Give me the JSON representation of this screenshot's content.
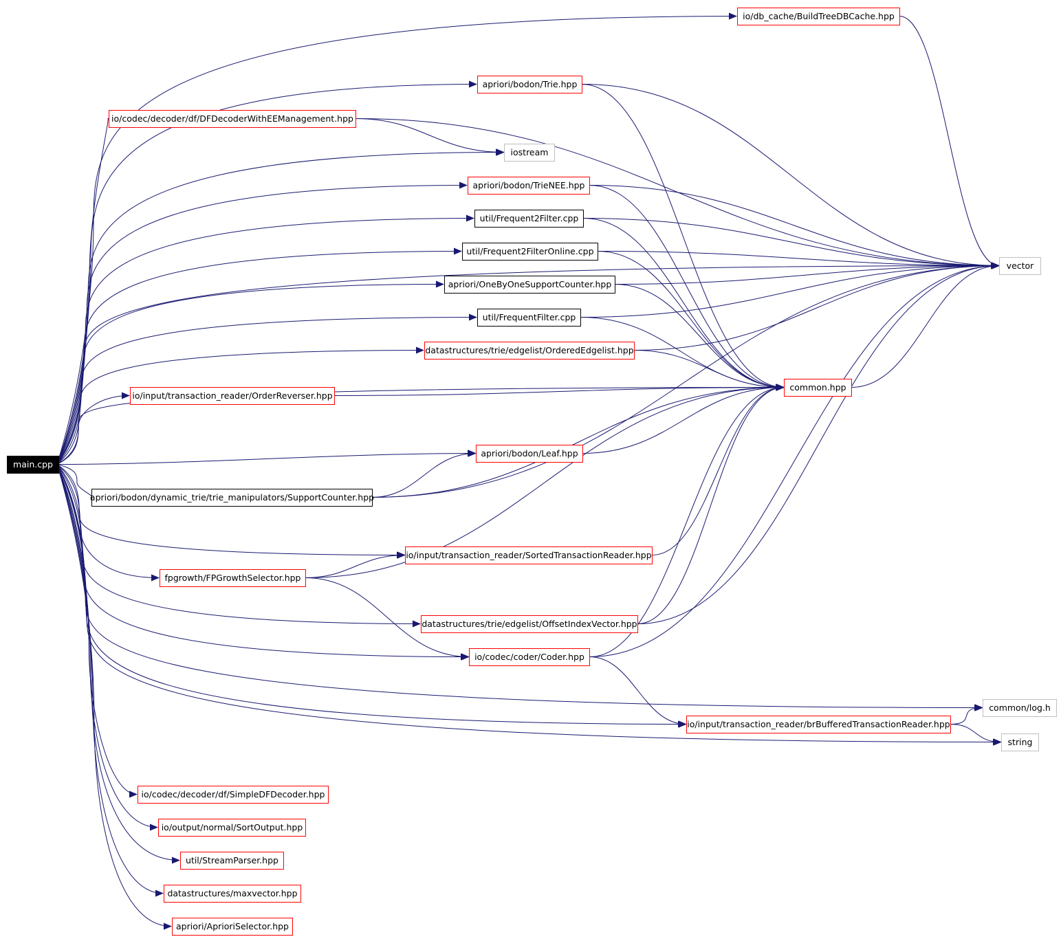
{
  "colors": {
    "edge": "#191970",
    "root_fill": "#000000",
    "root_text": "#ffffff",
    "documented": "#ff0000",
    "plain": "#000000",
    "external": "#bfbfbf"
  },
  "nodes": [
    {
      "id": "main",
      "label": "main.cpp",
      "kind": "root"
    },
    {
      "id": "bdb",
      "label": "io/db_cache/BuildTreeDBCache.hpp",
      "kind": "documented"
    },
    {
      "id": "trie",
      "label": "apriori/bodon/Trie.hpp",
      "kind": "documented"
    },
    {
      "id": "dfdec",
      "label": "io/codec/decoder/df/DFDecoderWithEEManagement.hpp",
      "kind": "documented"
    },
    {
      "id": "iostream",
      "label": "iostream",
      "kind": "external"
    },
    {
      "id": "trienee",
      "label": "apriori/bodon/TrieNEE.hpp",
      "kind": "documented"
    },
    {
      "id": "f2f",
      "label": "util/Frequent2Filter.cpp",
      "kind": "plain"
    },
    {
      "id": "f2fo",
      "label": "util/Frequent2FilterOnline.cpp",
      "kind": "plain"
    },
    {
      "id": "obo",
      "label": "apriori/OneByOneSupportCounter.hpp",
      "kind": "plain"
    },
    {
      "id": "ff",
      "label": "util/FrequentFilter.cpp",
      "kind": "plain"
    },
    {
      "id": "oel",
      "label": "datastructures/trie/edgelist/OrderedEdgelist.hpp",
      "kind": "documented"
    },
    {
      "id": "orev",
      "label": "io/input/transaction_reader/OrderReverser.hpp",
      "kind": "documented"
    },
    {
      "id": "leaf",
      "label": "apriori/bodon/Leaf.hpp",
      "kind": "documented"
    },
    {
      "id": "sc",
      "label": "apriori/bodon/dynamic_trie/trie_manipulators/SupportCounter.hpp",
      "kind": "plain"
    },
    {
      "id": "str",
      "label": "io/input/transaction_reader/SortedTransactionReader.hpp",
      "kind": "documented"
    },
    {
      "id": "fpg",
      "label": "fpgrowth/FPGrowthSelector.hpp",
      "kind": "documented"
    },
    {
      "id": "oiv",
      "label": "datastructures/trie/edgelist/OffsetIndexVector.hpp",
      "kind": "documented"
    },
    {
      "id": "coder",
      "label": "io/codec/coder/Coder.hpp",
      "kind": "documented"
    },
    {
      "id": "brb",
      "label": "io/input/transaction_reader/brBufferedTransactionReader.hpp",
      "kind": "documented"
    },
    {
      "id": "sdf",
      "label": "io/codec/decoder/df/SimpleDFDecoder.hpp",
      "kind": "documented"
    },
    {
      "id": "sorto",
      "label": "io/output/normal/SortOutput.hpp",
      "kind": "documented"
    },
    {
      "id": "sp",
      "label": "util/StreamParser.hpp",
      "kind": "documented"
    },
    {
      "id": "mv",
      "label": "datastructures/maxvector.hpp",
      "kind": "documented"
    },
    {
      "id": "aps",
      "label": "apriori/AprioriSelector.hpp",
      "kind": "documented"
    },
    {
      "id": "common",
      "label": "common.hpp",
      "kind": "documented"
    },
    {
      "id": "vector",
      "label": "vector",
      "kind": "external"
    },
    {
      "id": "log",
      "label": "common/log.h",
      "kind": "external"
    },
    {
      "id": "string",
      "label": "string",
      "kind": "external"
    }
  ],
  "edges": [
    [
      "main",
      "bdb"
    ],
    [
      "main",
      "vector"
    ],
    [
      "main",
      "trie"
    ],
    [
      "main",
      "dfdec"
    ],
    [
      "main",
      "iostream"
    ],
    [
      "main",
      "trienee"
    ],
    [
      "main",
      "f2f"
    ],
    [
      "main",
      "f2fo"
    ],
    [
      "main",
      "obo"
    ],
    [
      "main",
      "ff"
    ],
    [
      "main",
      "oel"
    ],
    [
      "main",
      "orev"
    ],
    [
      "main",
      "common"
    ],
    [
      "main",
      "leaf"
    ],
    [
      "main",
      "sc"
    ],
    [
      "main",
      "str"
    ],
    [
      "main",
      "fpg"
    ],
    [
      "main",
      "oiv"
    ],
    [
      "main",
      "coder"
    ],
    [
      "main",
      "log"
    ],
    [
      "main",
      "brb"
    ],
    [
      "main",
      "string"
    ],
    [
      "main",
      "sdf"
    ],
    [
      "main",
      "sorto"
    ],
    [
      "main",
      "sp"
    ],
    [
      "main",
      "mv"
    ],
    [
      "main",
      "aps"
    ],
    [
      "bdb",
      "vector"
    ],
    [
      "trie",
      "vector"
    ],
    [
      "trie",
      "common"
    ],
    [
      "dfdec",
      "vector"
    ],
    [
      "dfdec",
      "iostream"
    ],
    [
      "trienee",
      "vector"
    ],
    [
      "trienee",
      "common"
    ],
    [
      "f2f",
      "vector"
    ],
    [
      "f2f",
      "common"
    ],
    [
      "f2fo",
      "vector"
    ],
    [
      "f2fo",
      "common"
    ],
    [
      "obo",
      "vector"
    ],
    [
      "obo",
      "common"
    ],
    [
      "ff",
      "vector"
    ],
    [
      "ff",
      "common"
    ],
    [
      "oel",
      "vector"
    ],
    [
      "oel",
      "common"
    ],
    [
      "orev",
      "common"
    ],
    [
      "leaf",
      "common"
    ],
    [
      "sc",
      "leaf"
    ],
    [
      "sc",
      "common"
    ],
    [
      "sc",
      "vector"
    ],
    [
      "str",
      "common"
    ],
    [
      "fpg",
      "str"
    ],
    [
      "fpg",
      "common"
    ],
    [
      "fpg",
      "coder"
    ],
    [
      "oiv",
      "vector"
    ],
    [
      "oiv",
      "common"
    ],
    [
      "coder",
      "common"
    ],
    [
      "coder",
      "vector"
    ],
    [
      "coder",
      "brb"
    ],
    [
      "brb",
      "log"
    ],
    [
      "brb",
      "string"
    ],
    [
      "common",
      "vector"
    ]
  ]
}
